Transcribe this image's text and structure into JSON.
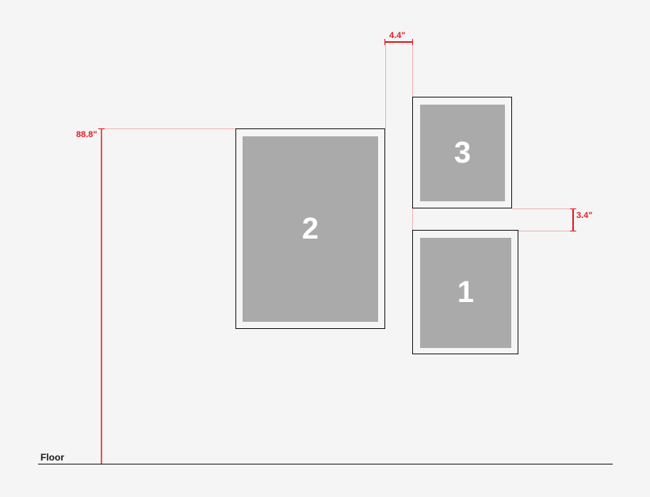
{
  "diagram": {
    "floor_label": "Floor",
    "colors": {
      "background": "#f5f5f5",
      "frame_border": "#1a1a1a",
      "mat": "#aaaaaa",
      "dimension_line": "#e41f26",
      "extension_line": "#f3b4b6"
    },
    "frames": [
      {
        "id": "1",
        "label": "1"
      },
      {
        "id": "2",
        "label": "2"
      },
      {
        "id": "3",
        "label": "3"
      }
    ],
    "dimensions": {
      "height_from_floor": "88.8\"",
      "horizontal_gap": "4.4\"",
      "vertical_gap": "3.4\""
    }
  }
}
